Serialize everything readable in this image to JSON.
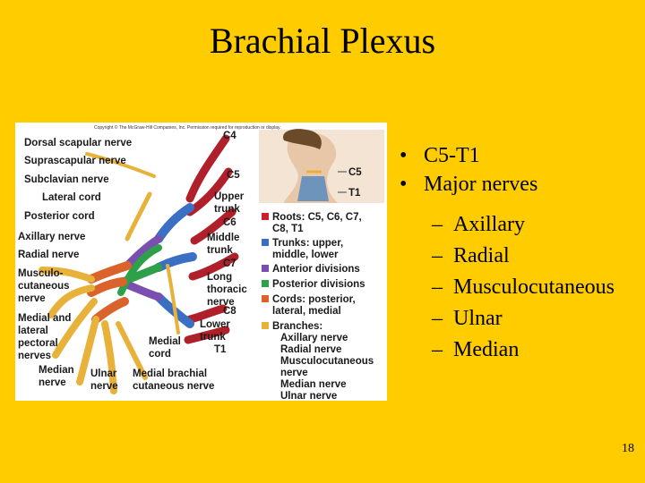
{
  "slide": {
    "title": "Brachial Plexus",
    "page_number": "18"
  },
  "bullets": [
    {
      "text": "C5-T1"
    },
    {
      "text": "Major nerves"
    }
  ],
  "sub_bullets": [
    {
      "text": "Axillary"
    },
    {
      "text": "Radial"
    },
    {
      "text": "Musculocutaneous"
    },
    {
      "text": "Ulnar"
    },
    {
      "text": "Median"
    }
  ],
  "figure": {
    "copyright": "Copyright © The McGraw-Hill Companies, Inc. Permission required for reproduction or display.",
    "left_labels": [
      "Dorsal scapular nerve",
      "Suprascapular nerve",
      "Subclavian nerve",
      "Lateral cord",
      "Posterior cord",
      "Axillary nerve",
      "Radial nerve",
      "Musculo-",
      "cutaneous",
      "nerve",
      "Medial and",
      "lateral",
      "pectoral",
      "nerves",
      "Median",
      "nerve",
      "Ulnar",
      "nerve",
      "Medial brachial",
      "cutaneous nerve",
      "Medial",
      "cord"
    ],
    "mid_labels": [
      "C4",
      "C5",
      "Upper",
      "trunk",
      "C6",
      "Middle",
      "trunk",
      "C7",
      "Long",
      "thoracic",
      "nerve",
      "C8",
      "Lower",
      "trunk",
      "T1"
    ],
    "inset_labels": [
      "C5",
      "T1"
    ],
    "legend": [
      {
        "label": "Roots: C5, C6, C7,",
        "label2": "C8, T1",
        "color": "#c8232c"
      },
      {
        "label": "Trunks: upper,",
        "label2": "middle, lower",
        "color": "#3a6fc4"
      },
      {
        "label": "Anterior divisions",
        "label2": "",
        "color": "#7a4fb0"
      },
      {
        "label": "Posterior divisions",
        "label2": "",
        "color": "#2ea04a"
      },
      {
        "label": "Cords: posterior,",
        "label2": "lateral, medial",
        "color": "#d9632b"
      },
      {
        "label": "Branches:",
        "label2": "",
        "color": "#e8b13a"
      }
    ],
    "branches": [
      "Axillary nerve",
      "Radial nerve",
      "Musculocutaneous",
      "nerve",
      "Median nerve",
      "Ulnar nerve"
    ]
  }
}
